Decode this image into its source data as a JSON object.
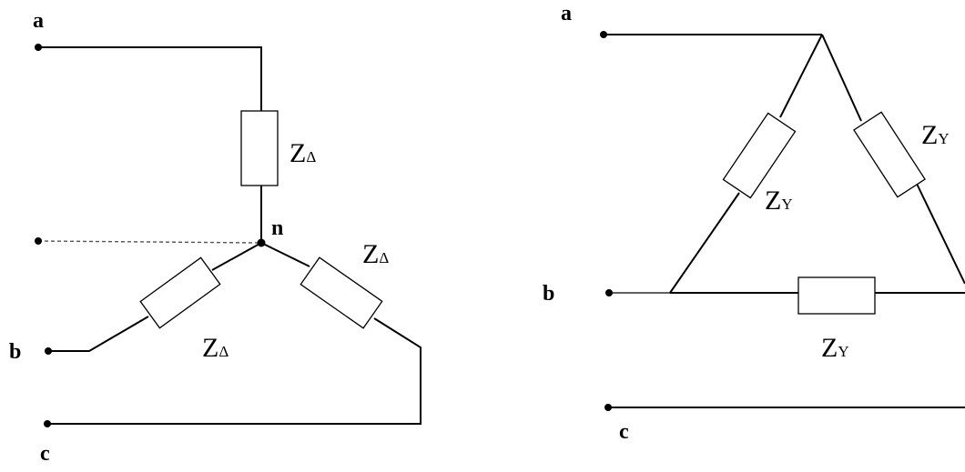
{
  "star": {
    "terminals": {
      "a": "a",
      "b": "b",
      "c": "c"
    },
    "node": "n",
    "impedance": {
      "main": "Z",
      "sub": "Δ"
    }
  },
  "delta": {
    "terminals": {
      "a": "a",
      "b": "b",
      "c": "c"
    },
    "impedance": {
      "main": "Z",
      "sub": "Y"
    }
  }
}
